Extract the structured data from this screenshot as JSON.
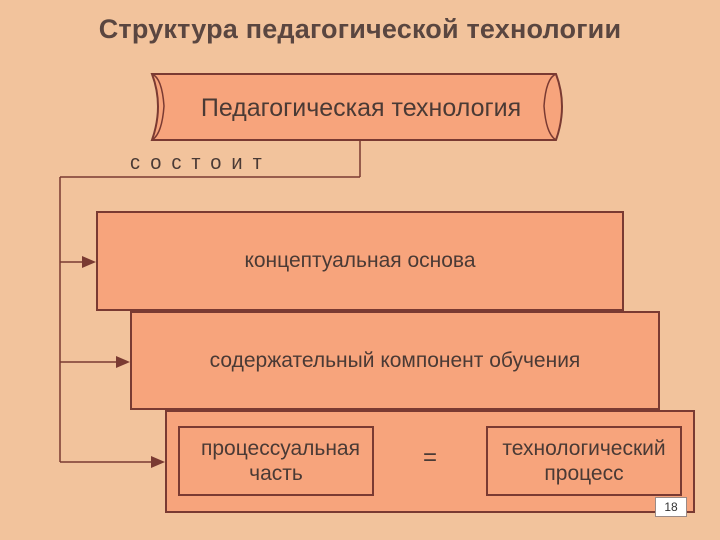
{
  "slide": {
    "title": "Структура педагогической технологии",
    "top_node": "Педагогическая технология",
    "relation": "состоит",
    "components": [
      "концептуальная основа",
      "содержательный компонент обучения"
    ],
    "procedural": {
      "left": "процессуальная часть",
      "equals": "=",
      "right": "технологический процесс"
    },
    "page_number": "18"
  },
  "colors": {
    "background": "#f2c39c",
    "box_fill": "#f7a47c",
    "border": "#7a3a32",
    "text": "#4a3a35"
  }
}
